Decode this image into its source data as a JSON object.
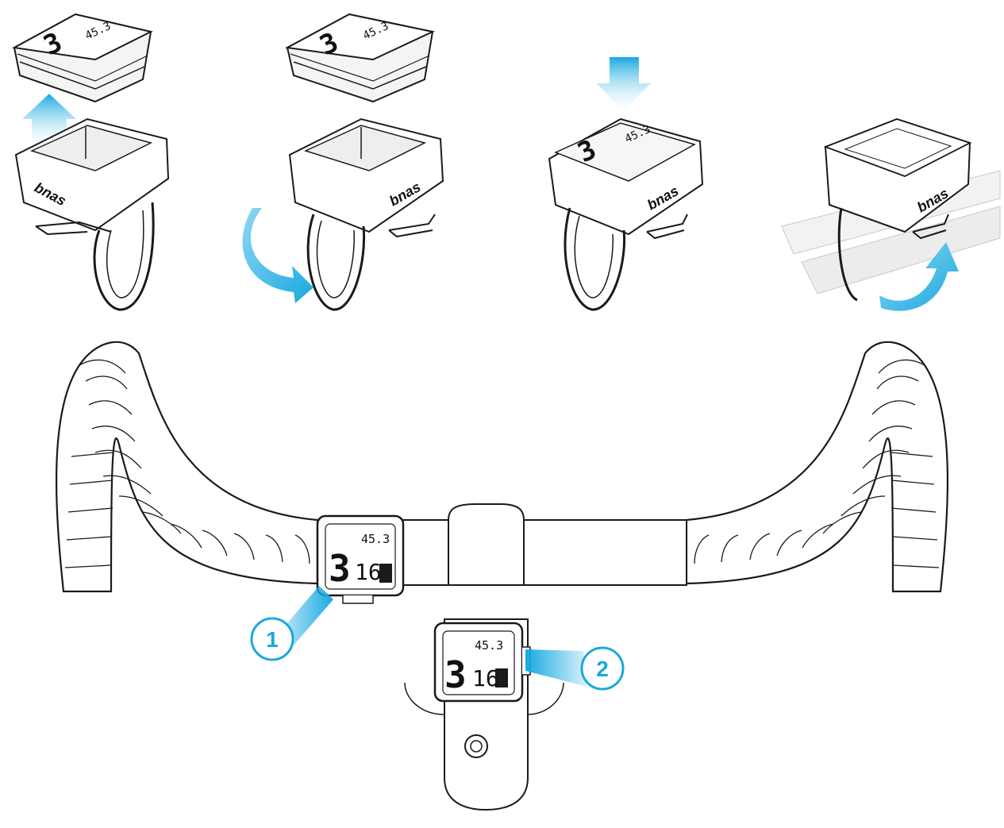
{
  "colors": {
    "outline": "#1a1a1a",
    "accent": "#18a9e0",
    "accent_light": "#8fd6f2",
    "body_fill": "#ffffff",
    "shade": "#e9e9e9"
  },
  "steps": [
    {
      "name": "step-lift-off",
      "arrow": "arrow-up-icon",
      "lcd_small": "45.3",
      "lcd_big": "3",
      "logo": "bnas"
    },
    {
      "name": "step-rotate-mount",
      "arrow": "curved-arrow-icon",
      "lcd_small": "45.3",
      "lcd_big": "3",
      "logo": "bnas"
    },
    {
      "name": "step-press-down",
      "arrow": "arrow-down-icon",
      "lcd_small": "45.3",
      "lcd_big": "3",
      "logo": "bnas"
    },
    {
      "name": "step-attach-bar",
      "arrow": "curved-arrow-icon",
      "logo": "bnas"
    }
  ],
  "handlebar": {
    "computer_1": {
      "lcd_small": "45.3",
      "lcd_big": "3",
      "lcd_mid": "16"
    },
    "computer_2": {
      "lcd_small": "45.3",
      "lcd_big": "3",
      "lcd_mid": "16"
    }
  },
  "callouts": [
    {
      "label": "1"
    },
    {
      "label": "2"
    }
  ]
}
